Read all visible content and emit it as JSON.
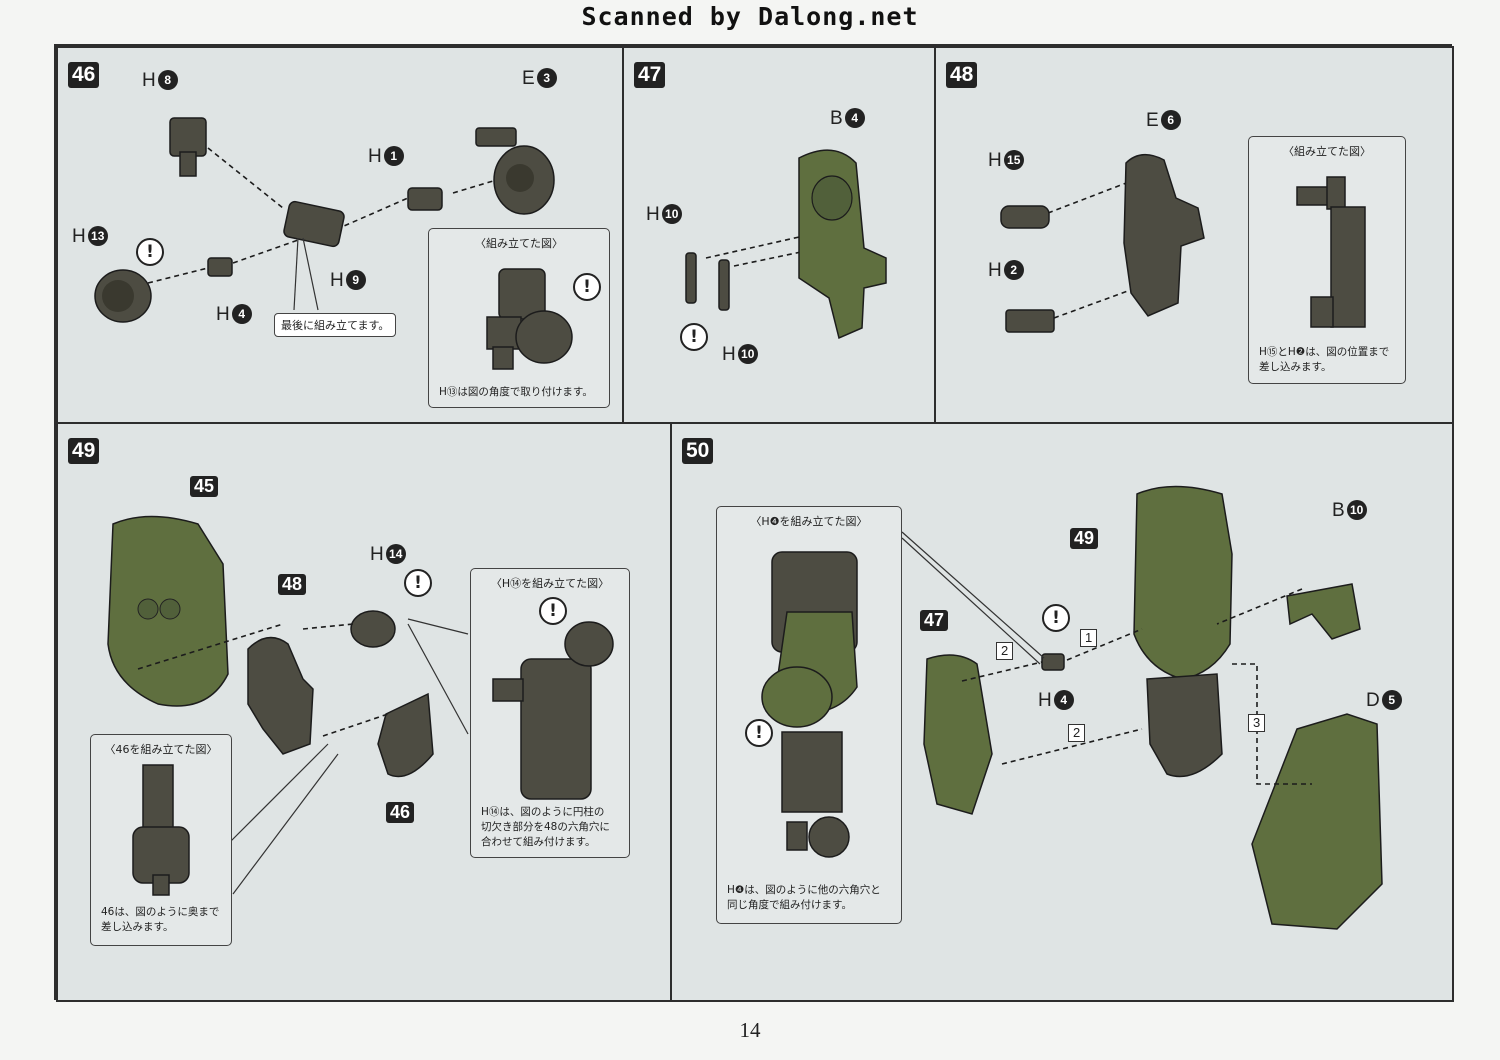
{
  "header": {
    "scan_credit": "Scanned by Dalong.net"
  },
  "page_number": "14",
  "steps": {
    "s46": {
      "number": "46",
      "labels": {
        "h8": "H",
        "h8n": "8",
        "e3": "E",
        "e3n": "3",
        "h1": "H",
        "h1n": "1",
        "h13": "H",
        "h13n": "13",
        "h9": "H",
        "h9n": "9",
        "h4": "H",
        "h4n": "4"
      },
      "callout": "最後に組み立てます。",
      "inset_title": "〈組み立てた図〉",
      "inset_note": "H⑬は図の角度で取り付けます。"
    },
    "s47": {
      "number": "47",
      "labels": {
        "b4": "B",
        "b4n": "4",
        "h10a": "H",
        "h10an": "10",
        "h10b": "H",
        "h10bn": "10"
      }
    },
    "s48": {
      "number": "48",
      "labels": {
        "e6": "E",
        "e6n": "6",
        "h15": "H",
        "h15n": "15",
        "h2": "H",
        "h2n": "2"
      },
      "inset_title": "〈組み立てた図〉",
      "inset_note_1": "H⑮とH❷は、図の位置まで",
      "inset_note_2": "差し込みます。"
    },
    "s49": {
      "number": "49",
      "badges": {
        "b45": "45",
        "b48": "48",
        "b46": "46"
      },
      "labels": {
        "h14": "H",
        "h14n": "14"
      },
      "inset_a_title": "〈H⑭を組み立てた図〉",
      "inset_a_note_1": "H⑭は、図のように円柱の",
      "inset_a_note_2": "切欠き部分を48の六角穴に",
      "inset_a_note_3": "合わせて組み付けます。",
      "inset_b_title": "〈46を組み立てた図〉",
      "inset_b_note_1": "46は、図のように奥まで",
      "inset_b_note_2": "差し込みます。"
    },
    "s50": {
      "number": "50",
      "badges": {
        "b49": "49",
        "b47": "47"
      },
      "labels": {
        "b10": "B",
        "b10n": "10",
        "d5": "D",
        "d5n": "5",
        "h4": "H",
        "h4n": "4"
      },
      "order": {
        "o1": "1",
        "o2a": "2",
        "o2b": "2",
        "o3": "3"
      },
      "inset_title": "〈H❹を組み立てた図〉",
      "inset_note_1": "H❹は、図のように他の六角穴と",
      "inset_note_2": "同じ角度で組み付けます。"
    }
  },
  "warning_symbol": "!"
}
